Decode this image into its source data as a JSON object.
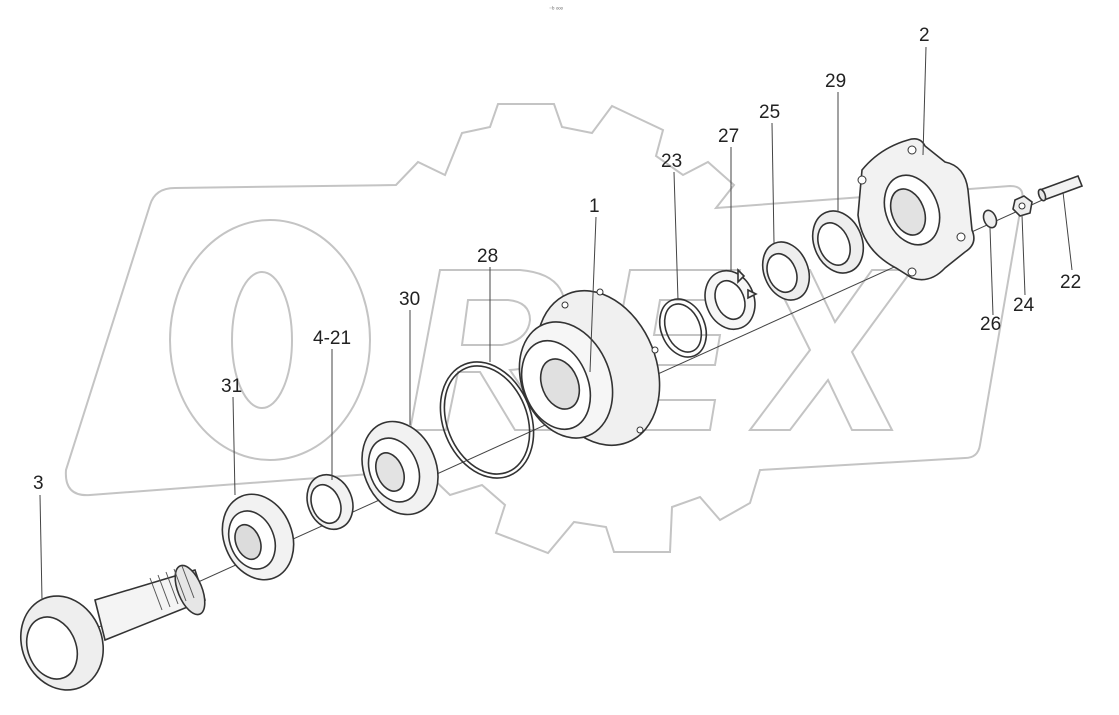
{
  "header_mark": "⁻ᵇ ᵒᵒᵒ",
  "watermark": {
    "brand": "OREX"
  },
  "callouts": [
    {
      "id": "c2",
      "text": "2"
    },
    {
      "id": "c29",
      "text": "29"
    },
    {
      "id": "c25",
      "text": "25"
    },
    {
      "id": "c27",
      "text": "27"
    },
    {
      "id": "c23",
      "text": "23"
    },
    {
      "id": "c1",
      "text": "1"
    },
    {
      "id": "c28",
      "text": "28"
    },
    {
      "id": "c30",
      "text": "30"
    },
    {
      "id": "c4",
      "text": "4-21"
    },
    {
      "id": "c31",
      "text": "31"
    },
    {
      "id": "c3",
      "text": "3"
    },
    {
      "id": "c22",
      "text": "22"
    },
    {
      "id": "c24",
      "text": "24"
    },
    {
      "id": "c26",
      "text": "26"
    }
  ],
  "colors": {
    "line": "#333333",
    "watermark": "#c4c4c4",
    "part_fill": "#f4f4f4"
  }
}
